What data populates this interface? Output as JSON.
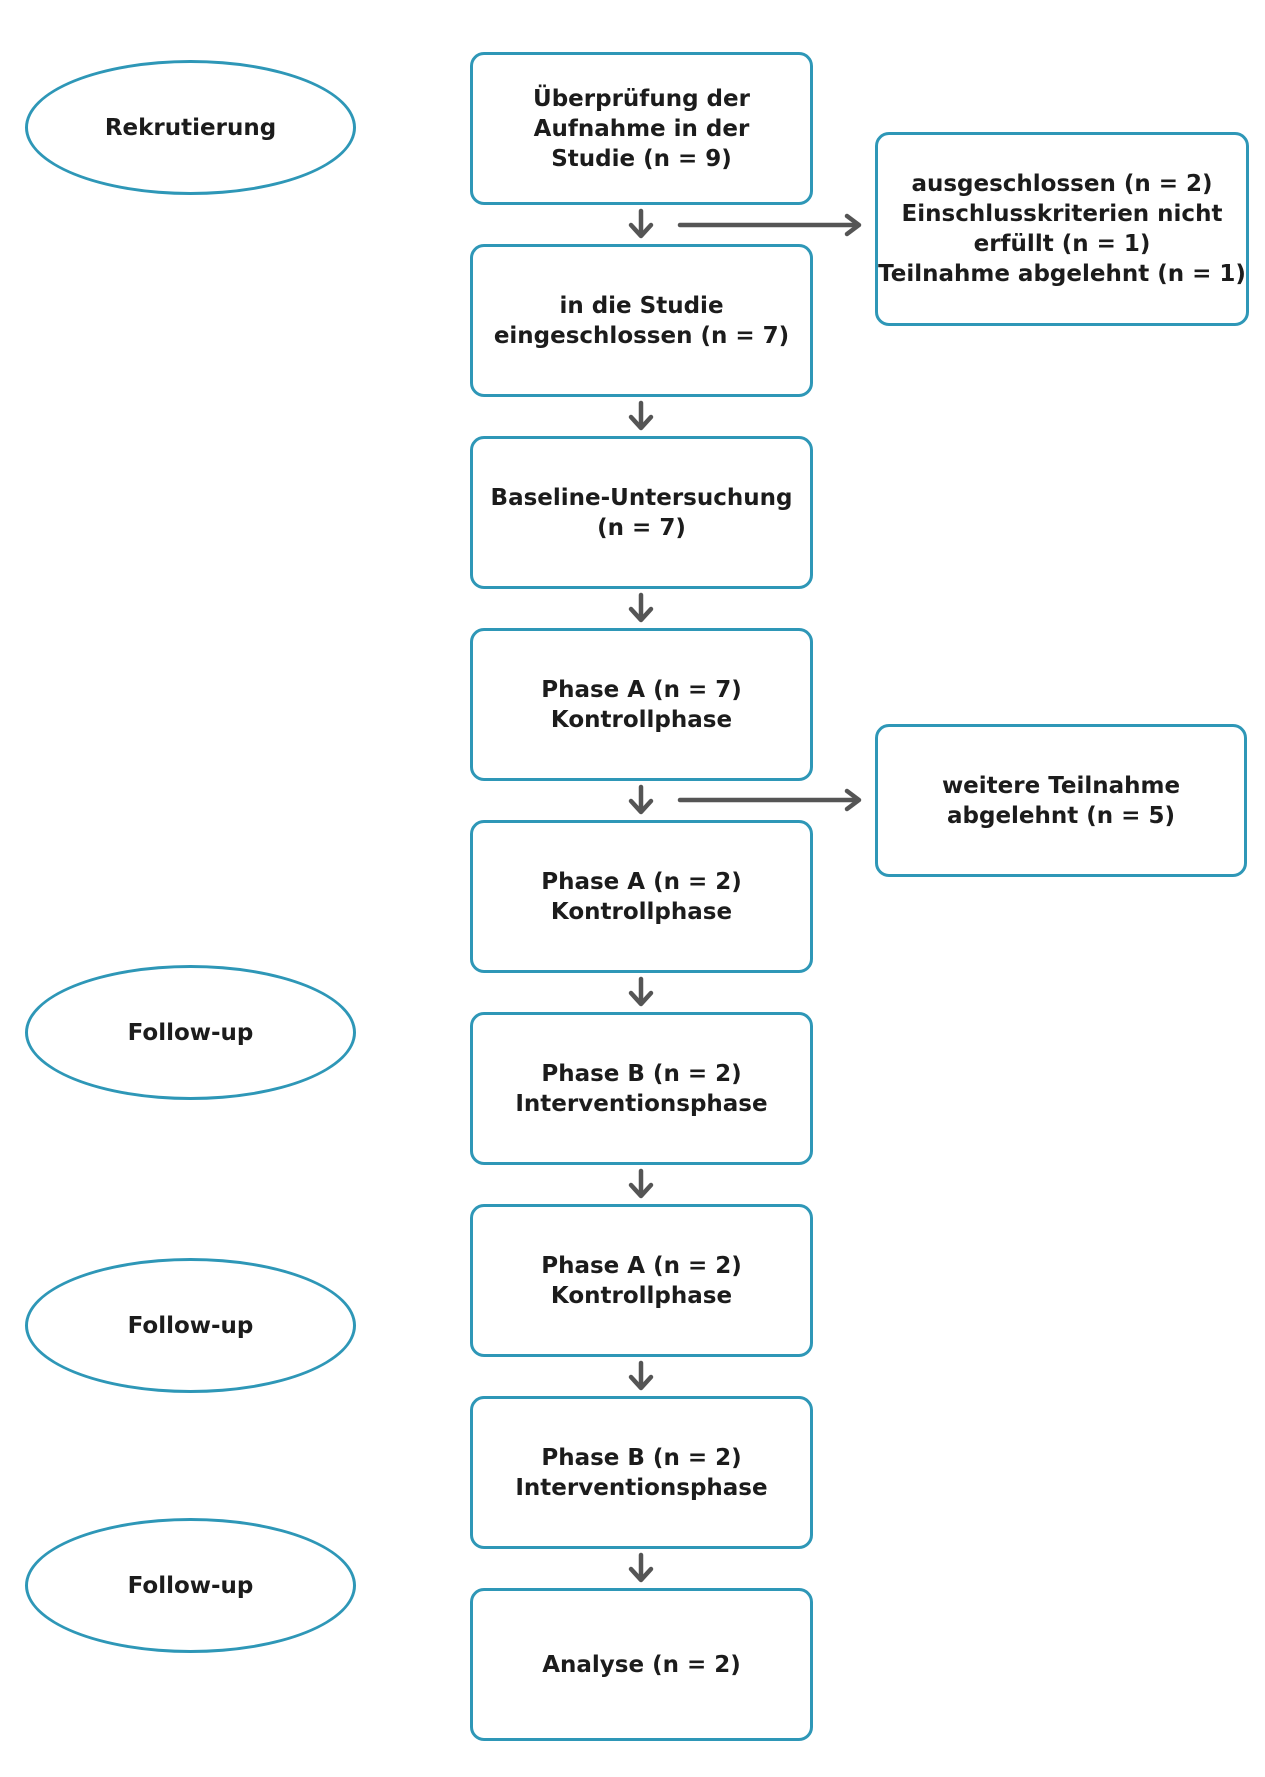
{
  "colors": {
    "border": "#2e97b7",
    "arrow": "#555555",
    "text": "#1c1c1c"
  },
  "ovals": {
    "rekrutierung": "Rekrutierung",
    "followup1": "Follow-up",
    "followup2": "Follow-up",
    "followup3": "Follow-up"
  },
  "main": {
    "screening": "Überprüfung der\nAufnahme in der\nStudie (n = 9)",
    "included": "in die Studie\neingeschlossen (n = 7)",
    "baseline": "Baseline-Untersuchung\n(n = 7)",
    "phase_a1": "Phase A (n = 7)\nKontrollphase",
    "phase_a2": "Phase A (n = 2)\nKontrollphase",
    "phase_b1": "Phase B (n = 2)\nInterventionsphase",
    "phase_a3": "Phase A (n = 2)\nKontrollphase",
    "phase_b2": "Phase B (n = 2)\nInterventionsphase",
    "analyse": "Analyse (n = 2)"
  },
  "side": {
    "excluded": "ausgeschlossen (n = 2)\nEinschlusskriterien nicht\nerfüllt (n = 1)\nTeilnahme abgelehnt (n = 1)",
    "declined": "weitere Teilnahme\nabgelehnt (n = 5)"
  }
}
